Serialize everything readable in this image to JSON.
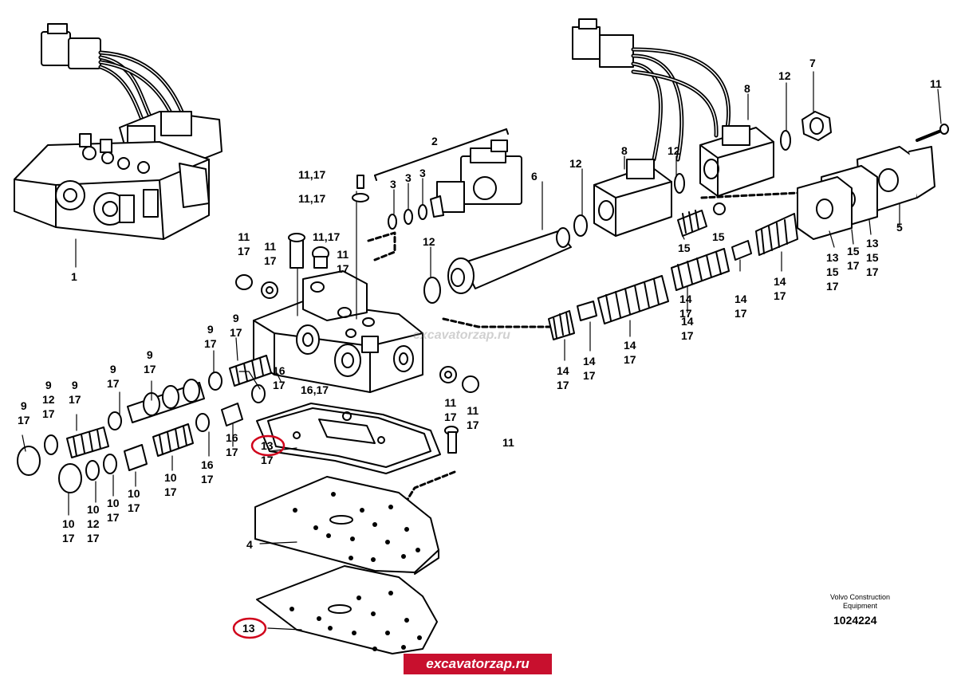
{
  "colors": {
    "line": "#000000",
    "highlight": "#d0021b",
    "banner": "#c8102e"
  },
  "labels": {
    "l1": "1",
    "l2": "2",
    "l3a": "3",
    "l3b": "3",
    "l3c": "3",
    "l4": "4",
    "l5": "5",
    "l6": "6",
    "l7": "7",
    "l8a": "8",
    "l8b": "8",
    "l11_17a": "11,17",
    "l11_17b": "11,17",
    "l11_17c": "11,17",
    "l11_17s1": "11\n17",
    "l11_17s2": "11\n17",
    "l11_17s3": "11\n17",
    "l11_17s4": "11\n17",
    "l11_17s5": "11\n17",
    "l11a": "11",
    "l11b": "11",
    "l12a": "12",
    "l12b": "12",
    "l12c": "12",
    "l12d": "12",
    "l9_17a": "9\n17",
    "l9_17b": "9\n17",
    "l9_17c": "9\n17",
    "l9_17d": "9\n17",
    "l9_17e": "9\n17",
    "l9_17f": "9\n17",
    "l9_12_17": "9\n12\n17",
    "l16_17a": "16\n17",
    "l16_17b": "16\n17",
    "l16_17c": "16\n17",
    "l16_17d": "16,17",
    "l13_17": "13\n17",
    "l13_bottom": "13",
    "l10_17a": "10\n17",
    "l10_17b": "10\n17",
    "l10_17c": "10\n17",
    "l10_17d": "10\n17",
    "l10_12_17": "10\n12\n17",
    "l14_17a": "14\n17",
    "l14_17b": "14\n17",
    "l14_17c": "14\n17",
    "l14_17d": "14\n17",
    "l14_17e": "14\n17",
    "l14_17f": "14\n17",
    "l14_17g": "14\n17",
    "l15a": "15",
    "l15b": "15",
    "l13_15_17a": "13\n15\n17",
    "l15_17": "15\n17",
    "l13_15_17b": "13\n15\n17"
  },
  "footer": {
    "brand": "Volvo Construction\nEquipment",
    "doc_number": "1024224",
    "watermark_banner": "excavatorzap.ru",
    "watermark_faint": "excavatorzap.ru"
  }
}
